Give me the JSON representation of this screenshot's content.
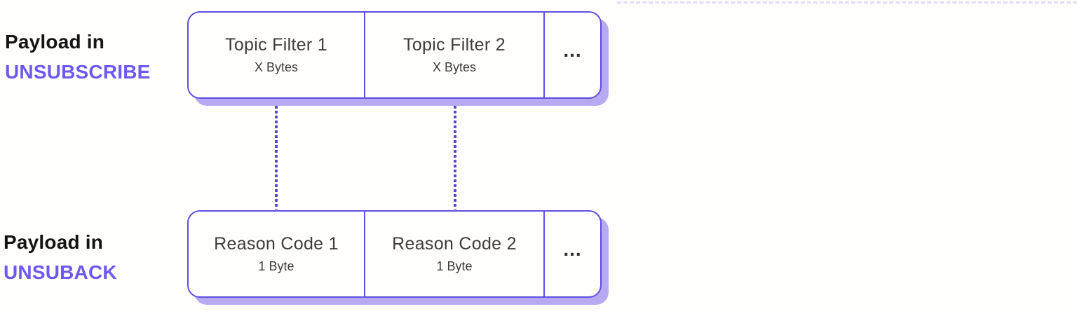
{
  "diagram": {
    "title_semantic": "MQTT UNSUBSCRIBE / UNSUBACK payload structure",
    "colors": {
      "background": "#fffefc",
      "box_border": "#5f4ee0",
      "box_shadow": "#b7aaf2",
      "accent_text": "#6c59ee",
      "label_text": "#141414",
      "cell_text": "#3d3d3d",
      "dotted_connector": "#5948d8",
      "faint_dashed_line": "#d8d1f8"
    },
    "rows": [
      {
        "label_line1": "Payload in",
        "label_line2": "UNSUBSCRIBE",
        "cells": [
          {
            "title": "Topic Filter 1",
            "subtitle": "X Bytes"
          },
          {
            "title": "Topic Filter 2",
            "subtitle": "X Bytes"
          },
          {
            "title": "...",
            "subtitle": ""
          }
        ]
      },
      {
        "label_line1": "Payload in",
        "label_line2": "UNSUBACK",
        "cells": [
          {
            "title": "Reason Code 1",
            "subtitle": "1 Byte"
          },
          {
            "title": "Reason Code 2",
            "subtitle": "1 Byte"
          },
          {
            "title": "...",
            "subtitle": ""
          }
        ]
      }
    ]
  }
}
